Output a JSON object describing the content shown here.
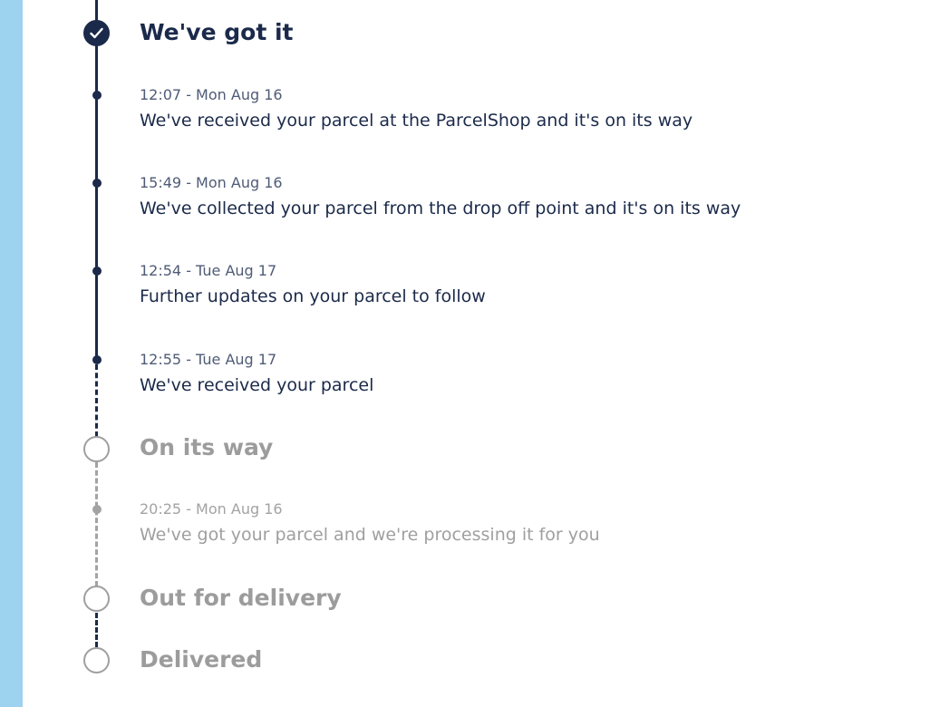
{
  "colors": {
    "side_strip": "#9dd3ee",
    "done": "#1b2a4a",
    "pending": "#9f9f9f"
  },
  "milestones": [
    {
      "title": "We've got it",
      "status": "done",
      "icon": "checkmark-icon",
      "events": [
        {
          "time": "12:07 - Mon Aug 16",
          "text": "We've received your parcel at the ParcelShop and it's on its way"
        },
        {
          "time": "15:49 - Mon Aug 16",
          "text": "We've collected your parcel from the drop off point and it's on its way"
        },
        {
          "time": "12:54 - Tue Aug 17",
          "text": "Further updates on your parcel to follow"
        },
        {
          "time": "12:55 - Tue Aug 17",
          "text": "We've received your parcel"
        }
      ]
    },
    {
      "title": "On its way",
      "status": "pending",
      "icon": "empty-circle-icon",
      "events": [
        {
          "time": "20:25 - Mon Aug 16",
          "text": "We've got your parcel and we're processing it for you"
        }
      ]
    },
    {
      "title": "Out for delivery",
      "status": "pending",
      "icon": "empty-circle-icon",
      "events": []
    },
    {
      "title": "Delivered",
      "status": "pending",
      "icon": "empty-circle-icon",
      "events": []
    }
  ]
}
